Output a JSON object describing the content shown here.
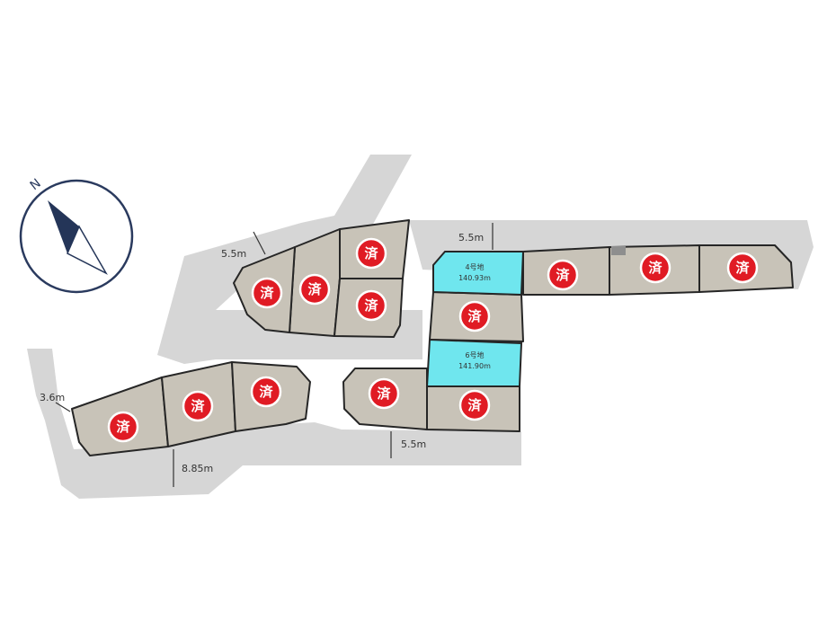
{
  "compass": {
    "icon": "north-arrow-icon",
    "north_label": "N"
  },
  "roads": [
    {
      "id": "upper-road",
      "width_label": "5.5m"
    },
    {
      "id": "east-road",
      "width_label": "5.5m"
    },
    {
      "id": "lower-road",
      "width_label": "5.5m"
    },
    {
      "id": "west-path",
      "width_label": "3.6m"
    },
    {
      "id": "south-road",
      "width_label": "8.85m"
    }
  ],
  "sold_label": "済",
  "available_lots": [
    {
      "name": "4号地",
      "area": "140.93m"
    },
    {
      "name": "6号地",
      "area": "141.90m"
    }
  ],
  "colors": {
    "sold": "#e01b24",
    "available": "#6fe6ee",
    "lot": "#c8c3b8",
    "road": "#d6d6d6"
  }
}
